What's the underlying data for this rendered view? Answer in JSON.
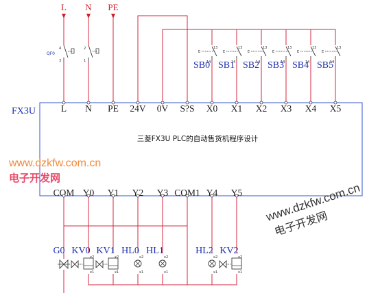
{
  "supply_labels": [
    "L",
    "N",
    "PE"
  ],
  "breaker_label": "QF0",
  "breaker_terminals": [
    "4",
    "3",
    "2",
    "1"
  ],
  "button_labels": [
    "SB0",
    "SB1",
    "SB2",
    "SB3",
    "SB4",
    "SB5"
  ],
  "button_terminal_top": "13",
  "button_terminal_bottom": "14",
  "button_prefix": "E",
  "plc_name": "FX3U",
  "plc_title": "三菱FX3U PLC的自动售货机程序设计",
  "input_terminals": [
    "L",
    "N",
    "PE",
    "24V",
    "0V",
    "S?S",
    "X0",
    "X1",
    "X2",
    "X3",
    "X4",
    "X5"
  ],
  "output_terminals": [
    "COM",
    "Y0",
    "Y1",
    "Y2",
    "Y3",
    "COM1",
    "Y4",
    "Y5"
  ],
  "load_labels": [
    "G0",
    "KV0",
    "KV1",
    "HL0",
    "HL1",
    "HL2",
    "KV2"
  ],
  "load_terminal_top": "x2",
  "load_terminal_bottom": "x1",
  "watermark_left_url": "www.dzkfw.com.cn",
  "watermark_left_name": "电子开发网",
  "watermark_right_url": "www.dzkfw.com.cn",
  "watermark_right_name": "电子开发网",
  "colors": {
    "wire": "#d7263d",
    "plc_border": "#3556c8",
    "label_blue": "#1e2fb0",
    "label_red": "#d21e2a",
    "device": "#3a3a3a"
  }
}
